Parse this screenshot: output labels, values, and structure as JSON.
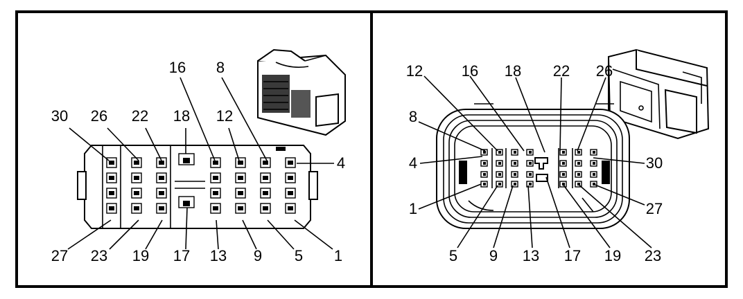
{
  "left_view": {
    "top_labels": [
      "30",
      "26",
      "22",
      "18",
      "16",
      "12",
      "8",
      "4"
    ],
    "bottom_labels": [
      "27",
      "23",
      "19",
      "17",
      "13",
      "9",
      "5",
      "1"
    ]
  },
  "right_view": {
    "top_labels": [
      "12",
      "16",
      "18",
      "22",
      "26"
    ],
    "left_labels": [
      "8",
      "4",
      "1"
    ],
    "right_labels": [
      "30",
      "27"
    ],
    "bottom_labels": [
      "5",
      "9",
      "13",
      "17",
      "19",
      "23"
    ]
  }
}
